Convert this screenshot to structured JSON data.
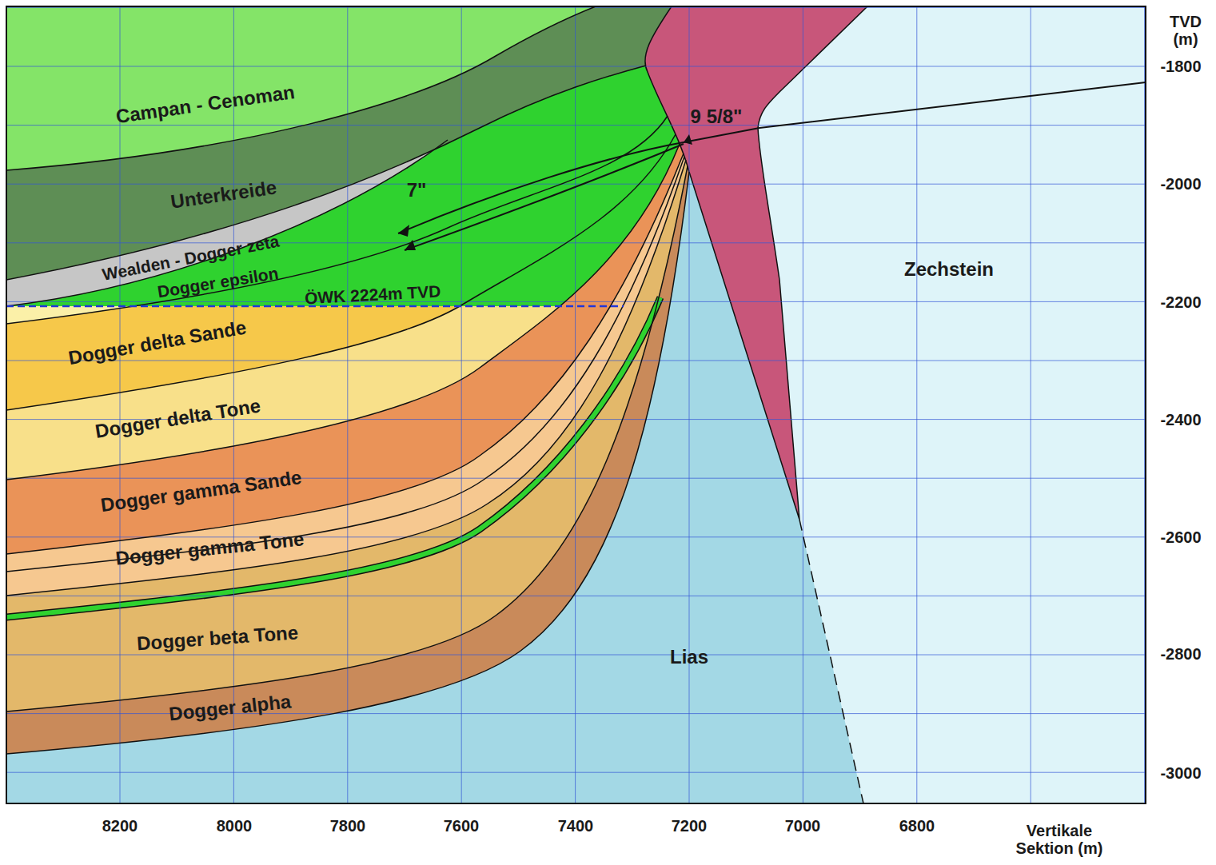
{
  "diagram": {
    "nodes": [
      {
        "text": [
          "Campan - Cenoman"
        ]
      },
      {
        "text": [
          "Unterkreide"
        ]
      },
      {
        "text": [
          "Wealden - Dogger zeta"
        ]
      },
      {
        "text": [
          "Dogger epsilon"
        ]
      },
      {
        "text": [
          "Dogger delta Sande"
        ]
      },
      {
        "text": [
          "Dogger delta Tone"
        ]
      },
      {
        "text": [
          "Dogger gamma Sande"
        ]
      },
      {
        "text": [
          "Dogger gamma Tone"
        ]
      },
      {
        "text": [
          "Dogger beta Tone"
        ]
      },
      {
        "text": [
          "Dogger alpha"
        ]
      },
      {
        "text": [
          "Lias"
        ]
      },
      {
        "text": [
          "Zechstein"
        ]
      }
    ],
    "labels": [
      "ÖWK 2224m TVD",
      "7\"",
      "9 5/8\"",
      "TVD (m)",
      "-1800",
      "-2000",
      "-2200",
      "-2400",
      "-2600",
      "-2800",
      "-3000",
      "8200",
      "8000",
      "7800",
      "7600",
      "7400",
      "7200",
      "7000",
      "6800",
      "Vertikale Sektion (m)"
    ]
  }
}
